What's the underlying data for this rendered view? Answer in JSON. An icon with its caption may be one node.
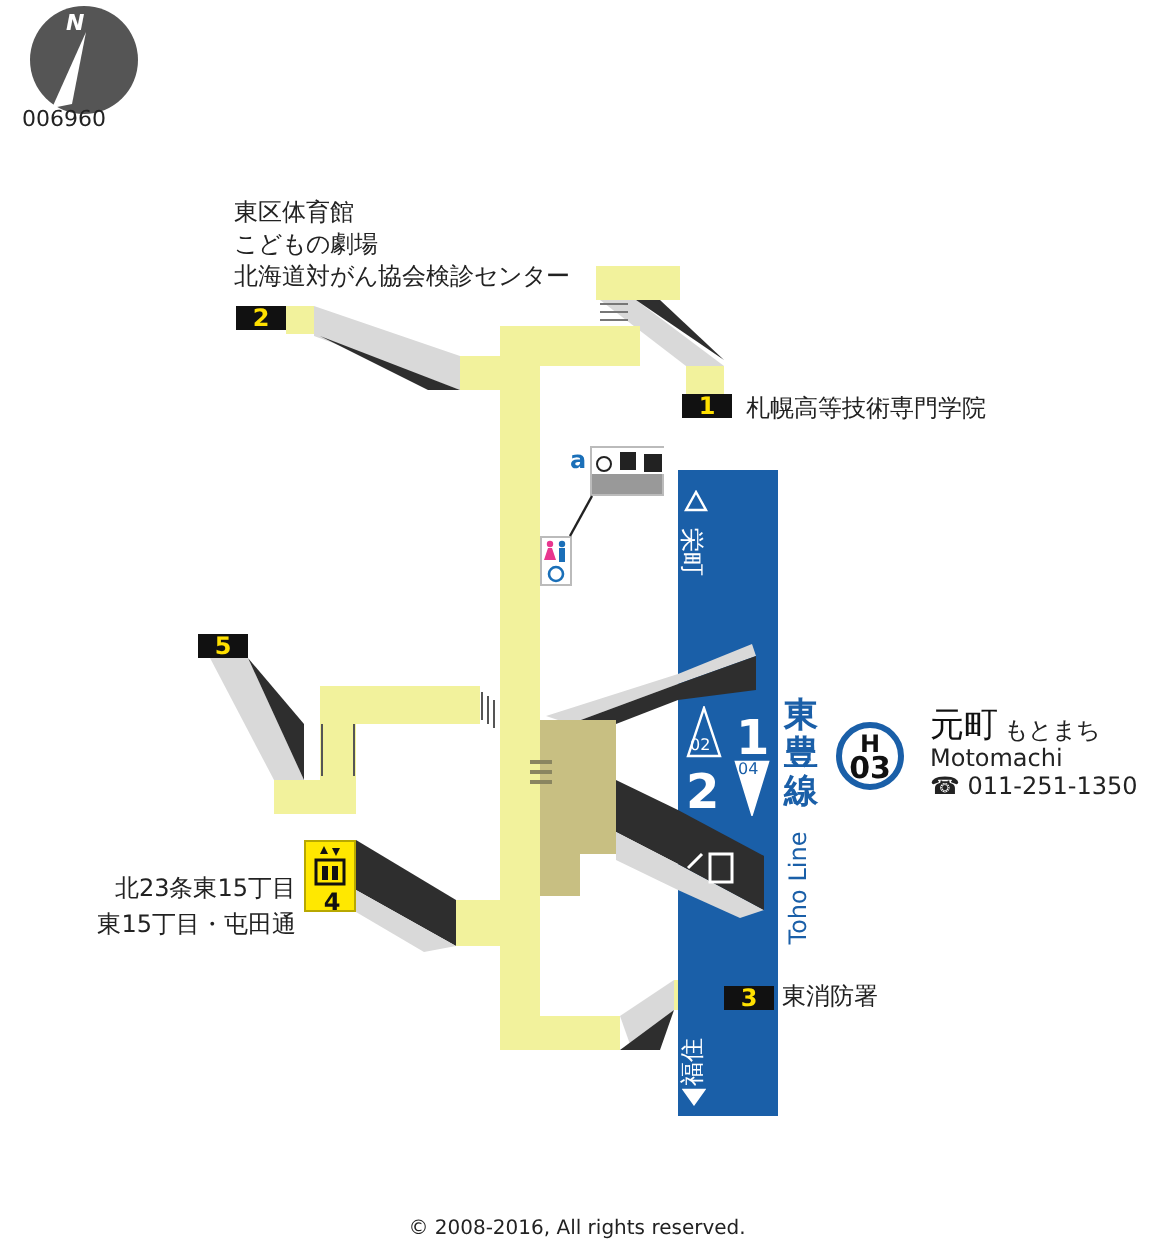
{
  "diagram": {
    "nodes": [
      {
        "text": [
          "2"
        ],
        "beside": [
          "東区体育館",
          "こどもの劇場",
          "北海道対がん協会検診センター"
        ]
      },
      {
        "text": [
          "1"
        ],
        "beside": [
          "札幌高等技術専門学院"
        ]
      },
      {
        "text": [],
        "shape": "box",
        "beside": [
          "a"
        ]
      },
      {
        "text": [],
        "shape": "box"
      },
      {
        "text": [
          "栄町",
          "02",
          "1",
          "04",
          "2",
          "福住"
        ]
      },
      {
        "text": [
          "5"
        ]
      },
      {
        "text": [
          "H",
          "03"
        ],
        "beside": [
          "元町",
          "もとまち",
          "Motomachi",
          "☎ 011-251-1350"
        ]
      },
      {
        "text": [
          "4"
        ],
        "beside": [
          "北23条東15丁目",
          "東15丁目・屯田通"
        ]
      },
      {
        "text": [
          "3"
        ],
        "beside": [
          "東消防署"
        ],
        "in": 4
      }
    ],
    "edges": [
      {
        "from": 2,
        "to": 3,
        "arrow": "none"
      }
    ],
    "labels": [
      "N",
      "006960",
      "東豊線",
      "Toho Line",
      "© 2008-2016, All rights reserved."
    ]
  }
}
